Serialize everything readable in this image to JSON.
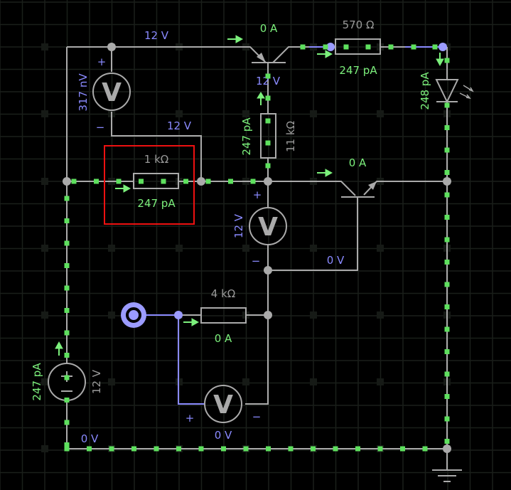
{
  "app": {
    "type": "circuit-simulator",
    "theme": "dark",
    "colors": {
      "background": "#000000",
      "grid": "#1a1f1a",
      "wire": "#aaaaaa",
      "high_voltage_wire": "#8a8aff",
      "voltage_label": "#8a8aff",
      "current_label": "#7cf07c",
      "component_label": "#9a9a9a",
      "current_dot": "#5ee05e",
      "selection": "#ee1111"
    }
  },
  "components": {
    "voltmeter_top": {
      "reading": "317 nV",
      "plus": "+",
      "minus": "−",
      "glyph": "V"
    },
    "top_rail_voltage": "12 V",
    "inner_wire_voltage": "12 V",
    "pnp_transistor_top": {
      "current": "0 A",
      "collector_voltage": "12 V"
    },
    "resistor_11k": {
      "value": "11 kΩ",
      "current": "247 pA"
    },
    "resistor_570": {
      "value": "570 Ω",
      "current": "247 pA"
    },
    "led": {
      "current": "248 pA"
    },
    "resistor_1k": {
      "value": "1 kΩ",
      "current": "247 pA",
      "selected": true
    },
    "npn_transistor_mid": {
      "current": "0 A",
      "base_voltage": "0 V"
    },
    "voltmeter_mid": {
      "reading": "12 V",
      "plus": "+",
      "minus": "−",
      "glyph": "V"
    },
    "resistor_4k": {
      "value": "4 kΩ",
      "current": "0 A"
    },
    "voltmeter_bottom": {
      "reading": "0 V",
      "plus": "+",
      "minus": "−",
      "glyph": "V"
    },
    "battery": {
      "voltage": "12 V",
      "current": "247 pA"
    },
    "bottom_rail_voltage": "0 V",
    "input_terminal": {
      "icon": "logic-input-icon"
    },
    "ground": {
      "icon": "ground-icon"
    }
  }
}
